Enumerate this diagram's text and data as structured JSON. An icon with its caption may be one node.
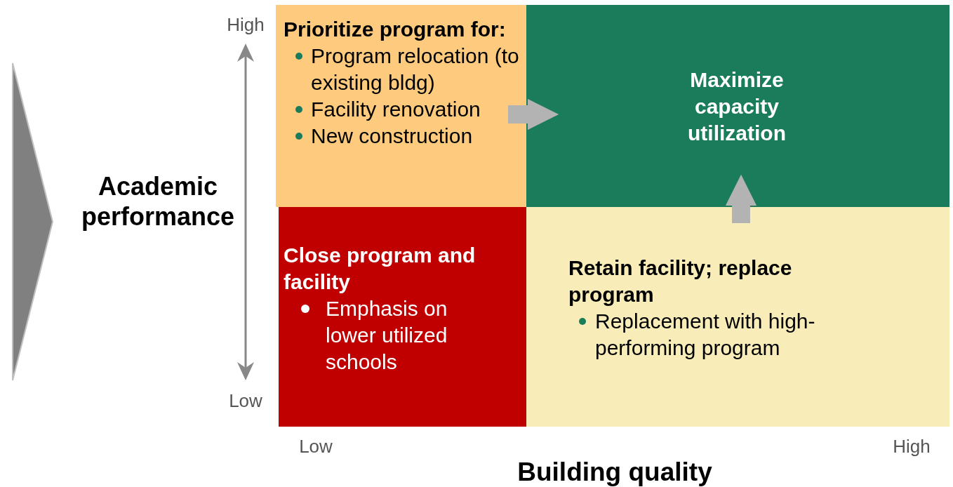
{
  "diagram": {
    "nodes": [
      {
        "text": [
          "Prioritize program for:",
          "Program relocation (to existing bldg)",
          "Facility renovation",
          "New construction"
        ]
      },
      {
        "text": [
          "Maximize capacity utilization"
        ]
      },
      {
        "text": [
          "Close program and facility",
          "Emphasis on lower utilized schools"
        ]
      },
      {
        "text": [
          "Retain facility; replace program",
          "Replacement with high-performing program"
        ]
      }
    ],
    "edges": [
      {
        "from": 0,
        "to": 1,
        "arrow": "to"
      },
      {
        "from": 3,
        "to": 1,
        "arrow": "to"
      }
    ],
    "labels": [
      "High",
      "Academic performance",
      "Low",
      "Low",
      "High",
      "Building quality"
    ]
  }
}
